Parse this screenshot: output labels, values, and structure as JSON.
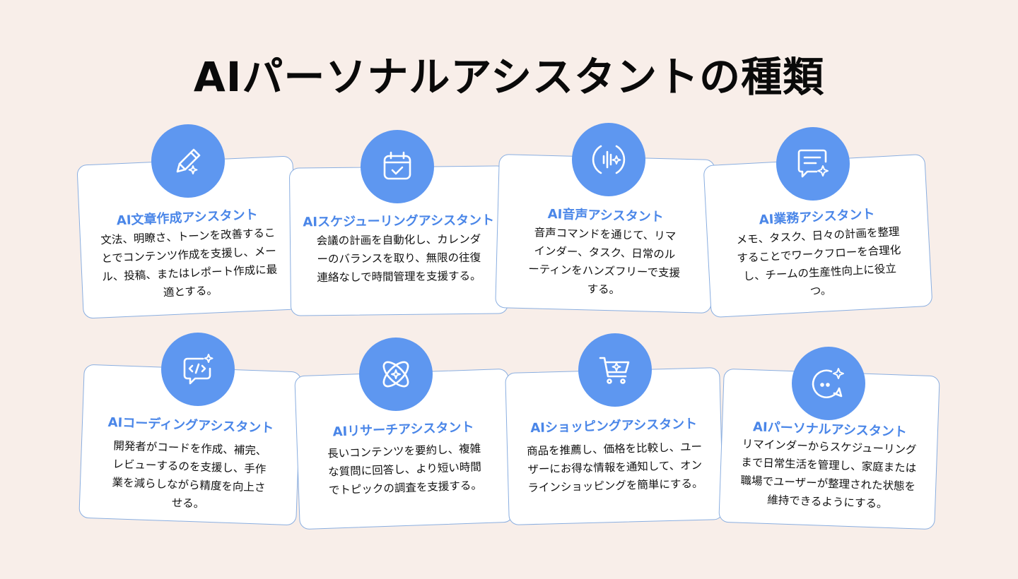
{
  "title": "AIパーソナルアシスタントの種類",
  "colors": {
    "background": "#f8eee9",
    "accent": "#5e97f0",
    "card_title": "#4a86e8",
    "card_border": "#8aaee0"
  },
  "cards": [
    {
      "title": "AI文章作成アシスタント",
      "description": "文法、明瞭さ、トーンを改善することでコンテンツ作成を支援し、メール、投稿、またはレポート作成に最適とする。",
      "icon": "pen-sparkle-icon"
    },
    {
      "title": "AIスケジューリングアシスタント",
      "description": "会議の計画を自動化し、カレンダーのバランスを取り、無限の往復連絡なしで時間管理を支援する。",
      "icon": "calendar-check-icon"
    },
    {
      "title": "AI音声アシスタント",
      "description": "音声コマンドを通じて、リマインダー、タスク、日常のルーティンをハンズフリーで支援する。",
      "icon": "voice-wave-icon"
    },
    {
      "title": "AI業務アシスタント",
      "description": "メモ、タスク、日々の計画を整理することでワークフローを合理化し、チームの生産性向上に役立つ。",
      "icon": "note-sparkle-icon"
    },
    {
      "title": "AIコーディングアシスタント",
      "description": "開発者がコードを作成、補完、レビューするのを支援し、手作業を減らしながら精度を向上させる。",
      "icon": "code-chat-icon"
    },
    {
      "title": "AIリサーチアシスタント",
      "description": "長いコンテンツを要約し、複雑な質問に回答し、より短い時間でトピックの調査を支援する。",
      "icon": "atom-sparkle-icon"
    },
    {
      "title": "AIショッピングアシスタント",
      "description": "商品を推薦し、価格を比較し、ユーザーにお得な情報を通知して、オンラインショッピングを簡単にする。",
      "icon": "cart-sparkle-icon"
    },
    {
      "title": "AIパーソナルアシスタント",
      "description": "リマインダーからスケジューリングまで日常生活を管理し、家庭または職場でユーザーが整理された状態を維持できるようにする。",
      "icon": "chat-sparkle-icon"
    }
  ]
}
